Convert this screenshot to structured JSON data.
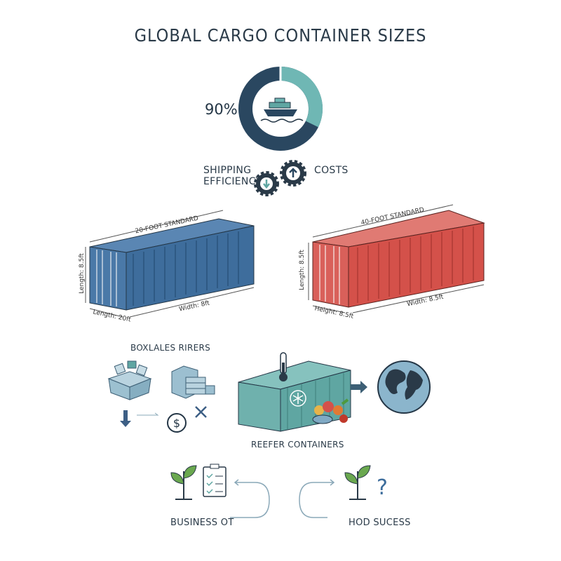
{
  "title": "GLOBAL CARGO CONTAINER SIZES",
  "donut": {
    "percent_label": "90%",
    "icon": "ship-icon",
    "colors": {
      "dark": "#2a4760",
      "teal": "#6fb7b4"
    }
  },
  "efficiency": {
    "label_line1": "SHIPPING",
    "label_line2": "EFFICIENCY",
    "costs_label": "COSTS",
    "icons": [
      "gear-down-icon",
      "gear-up-icon"
    ]
  },
  "containers": [
    {
      "title": "20-FOOT STANDARD",
      "height_label": "Length: 8.5ft",
      "length_label": "Length: 20ft",
      "width_label": "Width: 8ft",
      "color": "#3e6d9c"
    },
    {
      "title": "40-FOOT STANDARD",
      "height_label": "Length: 8.5ft",
      "length_label": "Height: 8.5ft",
      "width_label": "Width: 8.5ft",
      "color": "#d4514a"
    }
  ],
  "bottom_left": {
    "title": "BOXLALES RIRERS",
    "icons": [
      "open-box-icon",
      "stacked-boxes-icon",
      "down-arrow-icon",
      "dollar-icon",
      "x-icon"
    ]
  },
  "reefer": {
    "label": "REEFER CONTAINERS",
    "color": "#5fa6a2",
    "icons": [
      "thermometer-icon",
      "snowflake-icon",
      "produce-icon",
      "globe-icon"
    ]
  },
  "footer": {
    "left_label": "BUSINESS OT",
    "right_label": "HOD SUCESS",
    "icons": [
      "plant-icon",
      "checklist-icon",
      "plant-icon",
      "question-icon"
    ]
  }
}
